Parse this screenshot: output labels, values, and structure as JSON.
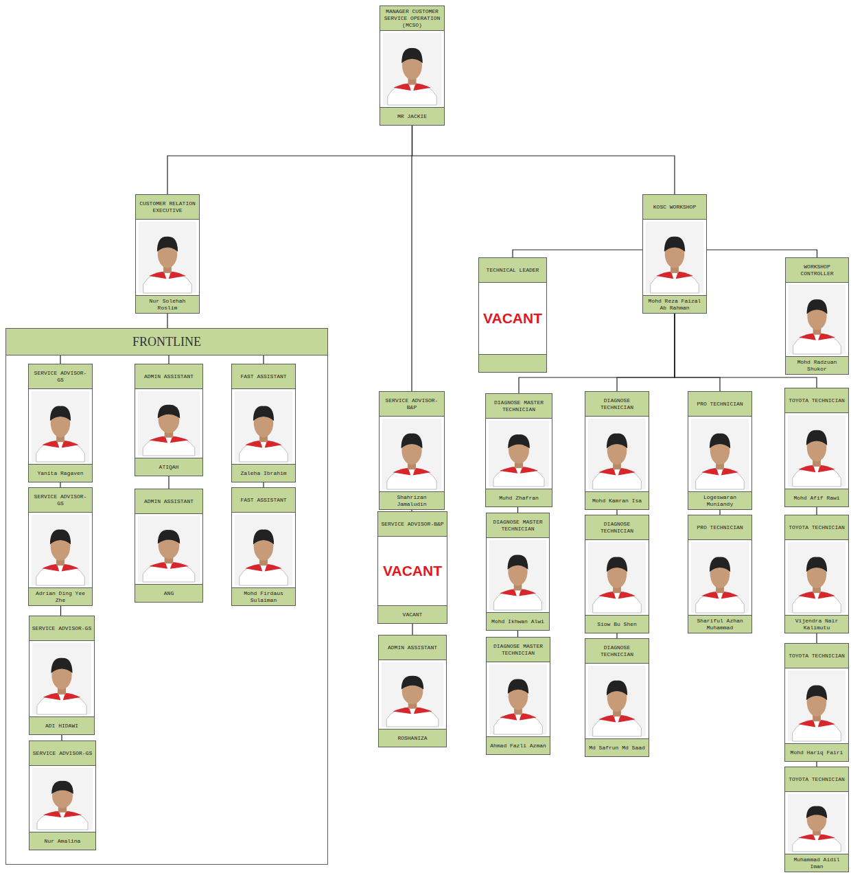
{
  "diagram": {
    "nodes": [
      {
        "text": [
          "MANAGER CUSTOMER SERVICE OPERATION (MCSO)",
          "MR JACKIE"
        ]
      },
      {
        "text": [
          "CUSTOMER RELATION EXECUTIVE",
          "Nur Solehah Roslim"
        ]
      },
      {
        "text": [
          "KOSC WORKSHOP",
          "Mohd Reza Faizal Ab Rahman"
        ]
      },
      {
        "text": [
          "TECHNICAL LEADER",
          "VACANT"
        ]
      },
      {
        "text": [
          "WORKSHOP CONTROLLER",
          "Mohd Radzuan Shukor"
        ]
      },
      {
        "text": [
          "FRONTLINE"
        ]
      },
      {
        "text": [
          "SERVICE ADVISOR-GS",
          "Yanita Ragaven"
        ],
        "in": 5
      },
      {
        "text": [
          "ADMIN ASSISTANT",
          "ATIQAH"
        ],
        "in": 5
      },
      {
        "text": [
          "FAST ASSISTANT",
          "Zaleha Ibrahim"
        ],
        "in": 5
      },
      {
        "text": [
          "SERVICE ADVISOR-GS",
          "Adrian Ding Yee Zhe"
        ],
        "in": 5
      },
      {
        "text": [
          "ADMIN ASSISTANT",
          "ANG"
        ],
        "in": 5
      },
      {
        "text": [
          "FAST ASSISTANT",
          "Mohd Firdaus Sulaiman"
        ],
        "in": 5
      },
      {
        "text": [
          "SERVICE ADVISOR-GS",
          "ADI HIDAWI"
        ],
        "in": 5
      },
      {
        "text": [
          "SERVICE ADVISOR-GS",
          "Nur Amalina"
        ],
        "in": 5
      },
      {
        "text": [
          "SERVICE ADVISOR-B&P",
          "Shahrizan Jamaludin"
        ]
      },
      {
        "text": [
          "SERVICE ADVISOR-B&P",
          "VACANT",
          "VACANT"
        ]
      },
      {
        "text": [
          "ADMIN ASSISTANT",
          "ROSHANIZA"
        ]
      },
      {
        "text": [
          "DIAGNOSE MASTER TECHNICIAN",
          "Muhd Zhafran"
        ]
      },
      {
        "text": [
          "DIAGNOSE MASTER TECHNICIAN",
          "Mohd Ikhwan Alwi"
        ]
      },
      {
        "text": [
          "DIAGNOSE MASTER TECHNICIAN",
          "Ahmad Fazli Azman"
        ]
      },
      {
        "text": [
          "DIAGNOSE TECHNICIAN",
          "Mohd Kamran Isa"
        ]
      },
      {
        "text": [
          "DIAGNOSE TECHNICIAN",
          "Siow Bu Shen"
        ]
      },
      {
        "text": [
          "DIAGNOSE TECHNICIAN",
          "Md Safrun Md Saad"
        ]
      },
      {
        "text": [
          "PRO TECHNICIAN",
          "Logeswaran Muniandy"
        ]
      },
      {
        "text": [
          "PRO TECHNICIAN",
          "Shariful Azhan Muhammad"
        ]
      },
      {
        "text": [
          "TOYOTA TECHNICIAN",
          "Mohd Afif Rawi"
        ]
      },
      {
        "text": [
          "TOYOTA TECHNICIAN",
          "Vijendra Nair Kalimutu"
        ]
      },
      {
        "text": [
          "TOYOTA TECHNICIAN",
          "Mohd Hariq Fairi"
        ]
      },
      {
        "text": [
          "TOYOTA TECHNICIAN",
          "Muhammad Aidil Iman"
        ]
      }
    ],
    "edges": [
      {
        "from": 0,
        "to": 1,
        "arrow": "none"
      },
      {
        "from": 0,
        "to": 14,
        "arrow": "none"
      },
      {
        "from": 0,
        "to": 2,
        "arrow": "none"
      },
      {
        "from": 1,
        "to": 5,
        "arrow": "none"
      },
      {
        "from": 5,
        "to": 6,
        "arrow": "none"
      },
      {
        "from": 5,
        "to": 7,
        "arrow": "none"
      },
      {
        "from": 5,
        "to": 8,
        "arrow": "none"
      },
      {
        "from": 6,
        "to": 9,
        "arrow": "none"
      },
      {
        "from": 9,
        "to": 12,
        "arrow": "none"
      },
      {
        "from": 12,
        "to": 13,
        "arrow": "none"
      },
      {
        "from": 7,
        "to": 10,
        "arrow": "none"
      },
      {
        "from": 8,
        "to": 11,
        "arrow": "none"
      },
      {
        "from": 14,
        "to": 15,
        "arrow": "none"
      },
      {
        "from": 15,
        "to": 16,
        "arrow": "none"
      },
      {
        "from": 2,
        "to": 3,
        "arrow": "none"
      },
      {
        "from": 2,
        "to": 4,
        "arrow": "none"
      },
      {
        "from": 2,
        "to": 17,
        "arrow": "none"
      },
      {
        "from": 2,
        "to": 20,
        "arrow": "none"
      },
      {
        "from": 2,
        "to": 23,
        "arrow": "none"
      },
      {
        "from": 2,
        "to": 25,
        "arrow": "none"
      },
      {
        "from": 17,
        "to": 18,
        "arrow": "none"
      },
      {
        "from": 18,
        "to": 19,
        "arrow": "none"
      },
      {
        "from": 20,
        "to": 21,
        "arrow": "none"
      },
      {
        "from": 21,
        "to": 22,
        "arrow": "none"
      },
      {
        "from": 23,
        "to": 24,
        "arrow": "none"
      },
      {
        "from": 25,
        "to": 26,
        "arrow": "none"
      },
      {
        "from": 26,
        "to": 27,
        "arrow": "none"
      },
      {
        "from": 27,
        "to": 28,
        "arrow": "none"
      }
    ]
  }
}
